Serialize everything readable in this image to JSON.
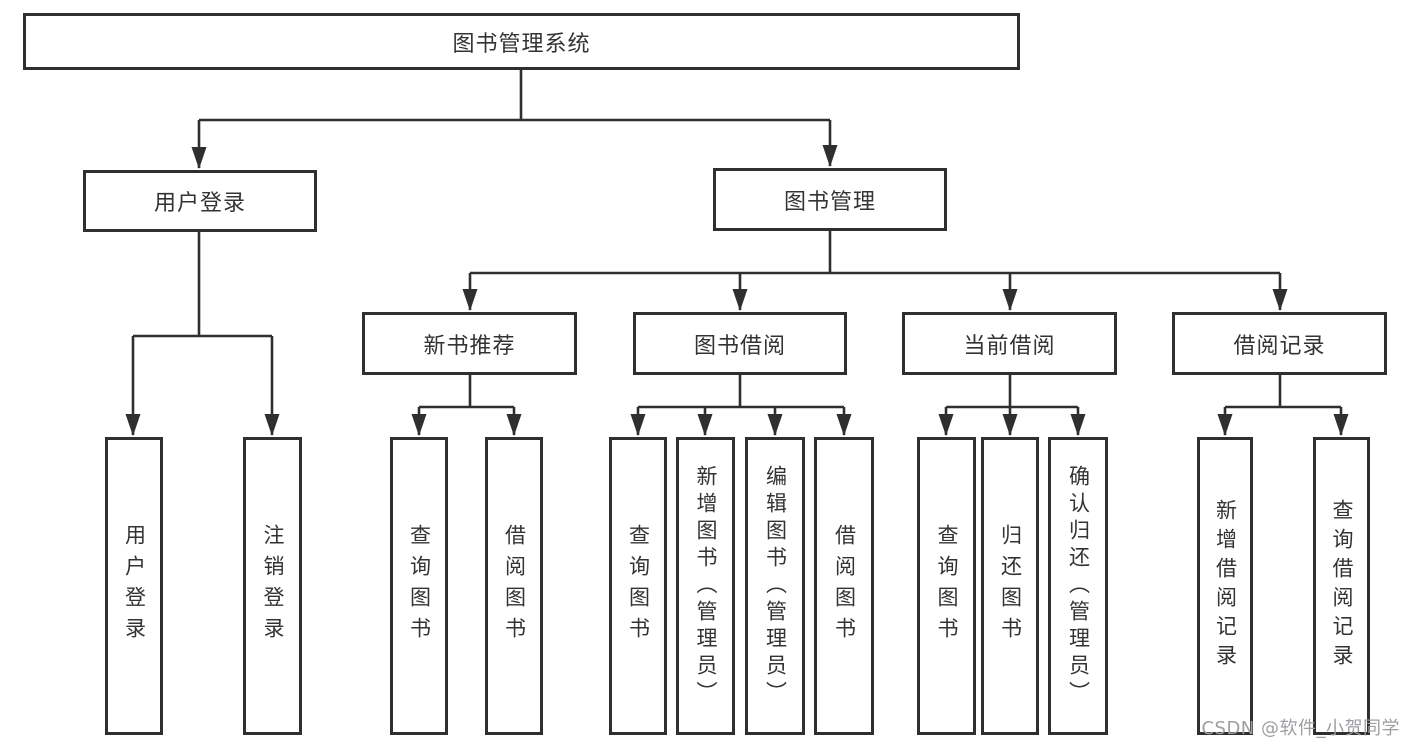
{
  "diagram": {
    "root": {
      "label": "图书管理系统"
    },
    "branches": [
      {
        "label": "用户登录",
        "children": [
          {
            "label": "用户登录"
          },
          {
            "label": "注销登录"
          }
        ]
      },
      {
        "label": "图书管理",
        "children": [
          {
            "label": "新书推荐",
            "children": [
              {
                "label": "查询图书"
              },
              {
                "label": "借阅图书"
              }
            ]
          },
          {
            "label": "图书借阅",
            "children": [
              {
                "label": "查询图书"
              },
              {
                "label": "新增图书（管理员）"
              },
              {
                "label": "编辑图书（管理员）"
              },
              {
                "label": "借阅图书"
              }
            ]
          },
          {
            "label": "当前借阅",
            "children": [
              {
                "label": "查询图书"
              },
              {
                "label": "归还图书"
              },
              {
                "label": "确认归还（管理员）"
              }
            ]
          },
          {
            "label": "借阅记录",
            "children": [
              {
                "label": "新增借阅记录"
              },
              {
                "label": "查询借阅记录"
              }
            ]
          }
        ]
      }
    ]
  },
  "watermark": {
    "text": "CSDN @软件_小贺同学",
    "color": "#9e9ea3"
  },
  "colors": {
    "line": "#2f2f2f",
    "box_border": "#2f2f2f",
    "box_fill": "#ffffff",
    "text": "#333333",
    "background": "#ffffff"
  }
}
